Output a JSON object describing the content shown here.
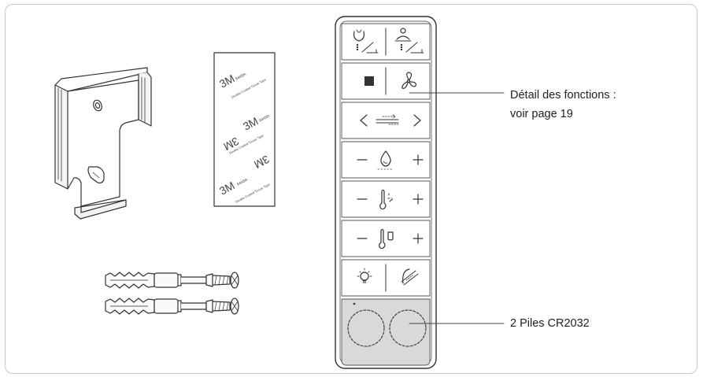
{
  "callouts": {
    "functions_line1": "Détail des fonctions :",
    "functions_line2": "voir page 19",
    "batteries": "2 Piles CR2032"
  },
  "tape": {
    "brand": "3M",
    "code": "9448A",
    "small": "Double Coated Tissue Tape"
  },
  "remote": {
    "buttons": [
      {
        "id": "rear-wash",
        "icons": [
          "rear-wash-icon",
          "nozzle-position-icon"
        ]
      },
      {
        "id": "front-wash",
        "icons": [
          "front-wash-icon",
          "nozzle-position-icon"
        ]
      },
      {
        "id": "stop",
        "icons": [
          "stop-icon"
        ]
      },
      {
        "id": "dryer",
        "icons": [
          "fan-icon"
        ]
      },
      {
        "id": "nozzle-position",
        "icons": [
          "chevron-left-icon",
          "nozzle-icon",
          "chevron-right-icon"
        ]
      },
      {
        "id": "water-pressure",
        "icons": [
          "minus-icon",
          "water-drop-icon",
          "plus-icon"
        ]
      },
      {
        "id": "water-temperature",
        "icons": [
          "minus-icon",
          "thermometer-water-icon",
          "plus-icon"
        ]
      },
      {
        "id": "seat-temperature",
        "icons": [
          "minus-icon",
          "thermometer-seat-icon",
          "plus-icon"
        ]
      },
      {
        "id": "night-light",
        "icons": [
          "light-bulb-icon"
        ]
      },
      {
        "id": "nozzle-cleaning",
        "icons": [
          "nozzle-cleaning-icon"
        ]
      }
    ],
    "battery_count": 2
  }
}
